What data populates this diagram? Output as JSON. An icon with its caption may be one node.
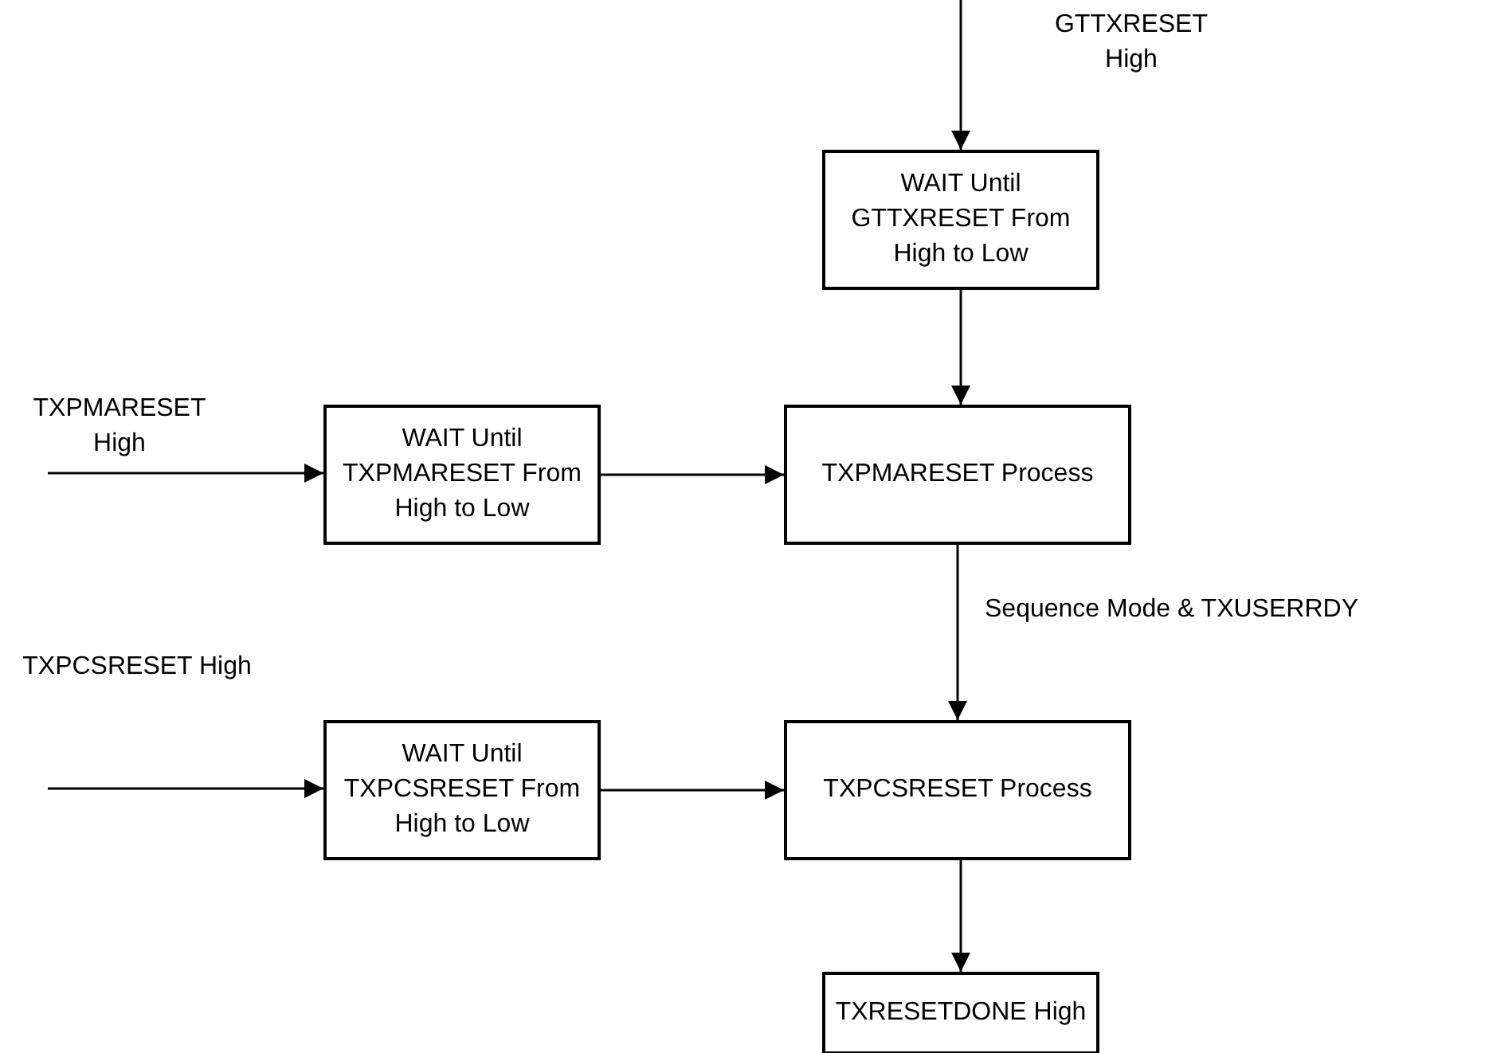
{
  "diagram": {
    "nodes": [
      {
        "text": [
          "WAIT Until GTTXRESET From High to Low"
        ]
      },
      {
        "text": [
          "WAIT Until TXPMARESET From High to Low"
        ]
      },
      {
        "text": [
          "TXPMARESET Process"
        ]
      },
      {
        "text": [
          "WAIT Until TXPCSRESET From High to Low"
        ]
      },
      {
        "text": [
          "TXPCSRESET Process"
        ]
      },
      {
        "text": [
          "TXRESETDONE High"
        ]
      }
    ],
    "edges": [
      {
        "from": null,
        "to": 0,
        "arrow": "to",
        "label": "GTTXRESET High"
      },
      {
        "from": 0,
        "to": 2,
        "arrow": "to"
      },
      {
        "from": null,
        "to": 1,
        "arrow": "to",
        "label": "TXPMARESET High"
      },
      {
        "from": 1,
        "to": 2,
        "arrow": "to"
      },
      {
        "from": 2,
        "to": 4,
        "arrow": "to",
        "label": "Sequence Mode & TXUSERRDY"
      },
      {
        "from": null,
        "to": 3,
        "arrow": "to",
        "label": "TXPCSRESET High"
      },
      {
        "from": 3,
        "to": 4,
        "arrow": "to"
      },
      {
        "from": 4,
        "to": 5,
        "arrow": "to"
      }
    ]
  }
}
